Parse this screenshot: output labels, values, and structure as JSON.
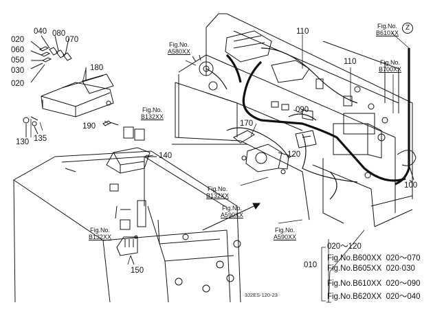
{
  "diagram_code": "3J2ES-120-23",
  "part_numbers": {
    "p020a": "020",
    "p040": "040",
    "p080": "080",
    "p060": "060",
    "p070": "070",
    "p050": "050",
    "p030": "030",
    "p020b": "020",
    "p180": "180",
    "p190": "190",
    "p130": "130",
    "p135": "135",
    "p140": "140",
    "p150": "150",
    "p170": "170",
    "p090": "090",
    "p110a": "110",
    "p110b": "110",
    "p120": "120",
    "p100": "100"
  },
  "figure_refs": {
    "label": "Fig.No.",
    "a580": "A580XX",
    "b132_top": "B132XX",
    "b132_mid": "B132XX",
    "b132_low": "B132XX",
    "a590_mid": "A590XX",
    "a590_right": "A590XX",
    "b610": "B610XX",
    "b700": "B700XX"
  },
  "z_marker": "Z",
  "legend": {
    "parent_part": "010",
    "range_line": "020～120",
    "rows": [
      {
        "fig": "Fig.No.B600XX",
        "parts": "020～070"
      },
      {
        "fig": "Fig.No.B605XX",
        "parts": "020·030"
      },
      {
        "fig": "Fig.No.B610XX",
        "parts": "020～090"
      },
      {
        "fig": "Fig.No.B620XX",
        "parts": "020～040"
      }
    ]
  }
}
